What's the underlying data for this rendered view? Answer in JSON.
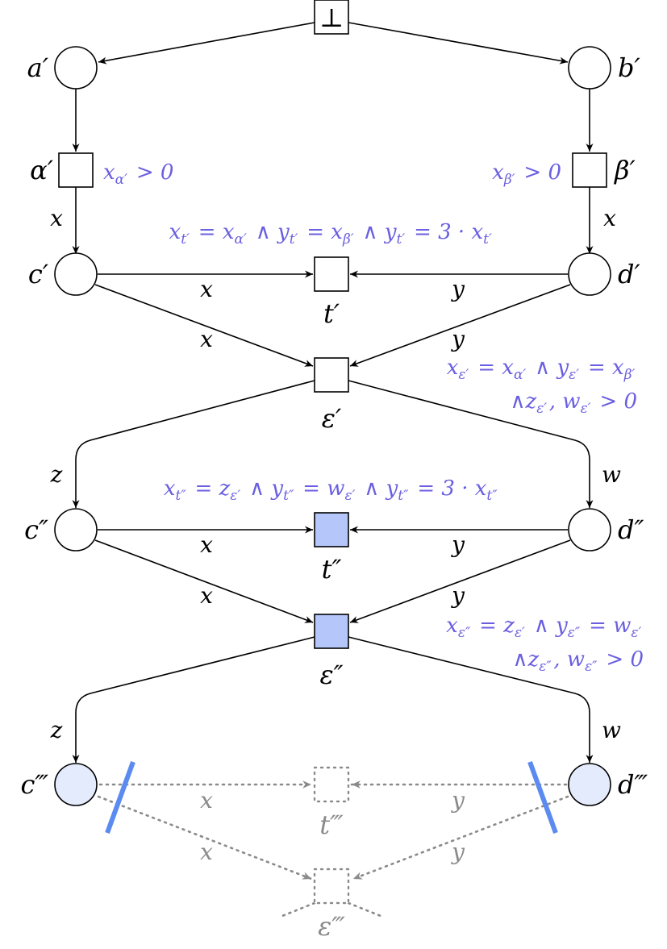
{
  "nodes": {
    "bottom": "⊥",
    "a1": "a′",
    "b1": "b′",
    "alpha1": "α′",
    "beta1": "β′",
    "c1": "c′",
    "d1": "d′",
    "t1": "t′",
    "eps1": "ε′",
    "c2": "c″",
    "d2": "d″",
    "t2": "t″",
    "eps2": "ε″",
    "c3": "c‴",
    "d3": "d‴",
    "t3": "t‴",
    "eps3": "ε‴"
  },
  "arc_labels": {
    "x": "x",
    "y": "y",
    "z": "z",
    "w": "w"
  },
  "annotations": {
    "alpha_guard": "x_{α′} > 0",
    "beta_guard": "x_{β′} > 0",
    "t1_guard": "x_{t′} = x_{α′} ∧ y_{t′} = x_{β′} ∧ y_{t′} = 3 · x_{t′}",
    "eps1_guard_1": "x_{ε′} = x_{α′} ∧ y_{ε′} = x_{β′}",
    "eps1_guard_2": "∧z_{ε′}, w_{ε′} > 0",
    "t2_guard": "x_{t″} = z_{ε′} ∧ y_{t″} = w_{ε′} ∧ y_{t″} = 3 · x_{t″}",
    "eps2_guard_1": "x_{ε″} = z_{ε′} ∧ y_{ε″} = w_{ε′}",
    "eps2_guard_2": "∧z_{ε″}, w_{ε″} > 0"
  }
}
